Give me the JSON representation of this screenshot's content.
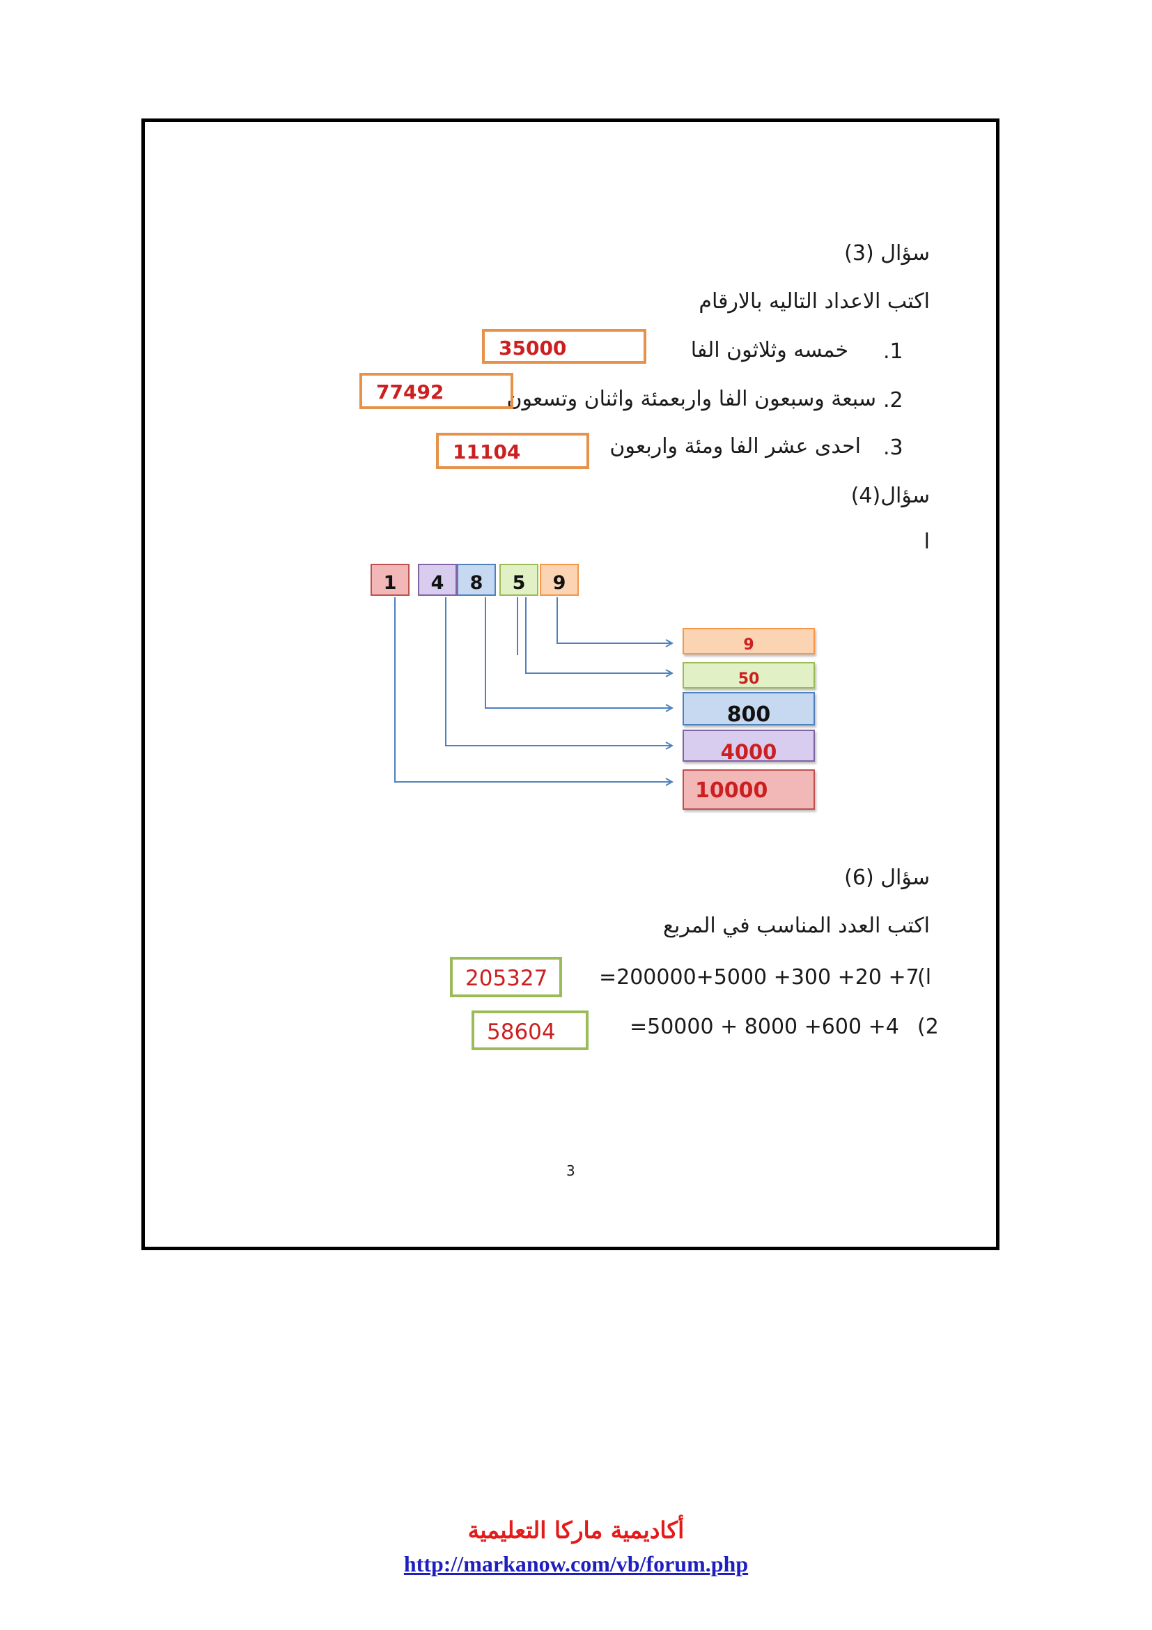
{
  "q3": {
    "heading": "سؤال (3)",
    "instruction": "اكتب الاعداد التاليه بالارقام",
    "items": [
      {
        "num": ".1",
        "text": "خمسه وثلاثون الفا",
        "answer": "35000"
      },
      {
        "num": ".2",
        "text": "سبعة وسبعون الفا واربعمئة واثنان وتسعون",
        "answer": "77492"
      },
      {
        "num": ".3",
        "text": "احدى عشر الفا  ومئة واربعون",
        "answer": "11104"
      }
    ]
  },
  "q4": {
    "heading": "سؤال(4)",
    "label": "ا",
    "digits": [
      "1",
      "4",
      "8",
      "5",
      "9"
    ],
    "values": [
      "9",
      "50",
      "800",
      "4000",
      "10000"
    ]
  },
  "q6": {
    "heading": "سؤال (6)",
    "instruction": "اكتب العدد المناسب في المربع",
    "items": [
      {
        "label": "(ا",
        "expression": "=200000+5000   +300 +20 +7",
        "answer": "205327"
      },
      {
        "label": "(2",
        "expression": "=50000   + 8000  +600 +4",
        "answer": "58604"
      }
    ]
  },
  "page_number": "3",
  "footer": {
    "title": "أكاديمية ماركا التعليمية",
    "link": "http://markanow.com/vb/forum.php"
  },
  "colors": {
    "answer_red": "#cc1f1f",
    "orange_border": "#e6924a",
    "green_border": "#9bbb59",
    "arrow_blue": "#4f81bd",
    "footer_red": "#e31b1b",
    "footer_link": "#1f1fbf"
  }
}
